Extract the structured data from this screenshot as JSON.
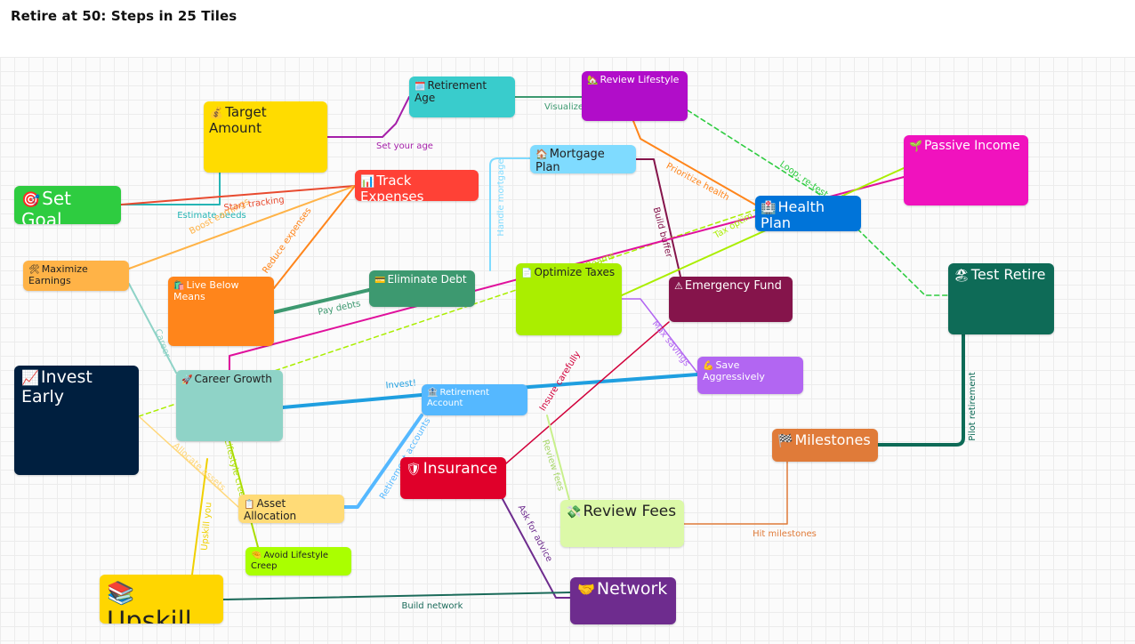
{
  "title": "Retire at 50: Steps in 25 Tiles",
  "nodes": [
    {
      "id": "set-goal",
      "label": "Set Goal",
      "icon": "🎯",
      "color": "#2ecc40",
      "text": "#ffffff",
      "size": 20
    },
    {
      "id": "target-amount",
      "label": "Target Amount",
      "icon": "💰",
      "color": "#ffdc00",
      "text": "#222222",
      "size": 15
    },
    {
      "id": "retirement-age",
      "label": "Retirement Age",
      "icon": "🗓️",
      "color": "#39cccc",
      "text": "#222222",
      "size": 12
    },
    {
      "id": "review-lifestyle",
      "label": "Review Lifestyle",
      "icon": "🏡",
      "color": "#b10dc9",
      "text": "#ffffff",
      "size": 11
    },
    {
      "id": "mortgage-plan",
      "label": "Mortgage Plan",
      "icon": "🏠",
      "color": "#7fdbff",
      "text": "#222222",
      "size": 13
    },
    {
      "id": "track-expenses",
      "label": "Track Expenses",
      "icon": "📊",
      "color": "#ff4136",
      "text": "#ffffff",
      "size": 15
    },
    {
      "id": "passive-income",
      "label": "Passive Income",
      "icon": "🌱",
      "color": "#f012be",
      "text": "#ffffff",
      "size": 14
    },
    {
      "id": "health-plan",
      "label": "Health Plan",
      "icon": "🏥",
      "color": "#0074d9",
      "text": "#ffffff",
      "size": 16
    },
    {
      "id": "maximize-earnings",
      "label": "Maximize Earnings",
      "icon": "🛠",
      "color": "#ffb347",
      "text": "#222222",
      "size": 11
    },
    {
      "id": "live-below-means",
      "label": "Live Below Means",
      "icon": "🛍️",
      "color": "#ff851b",
      "text": "#ffffff",
      "size": 11
    },
    {
      "id": "eliminate-debt",
      "label": "Eliminate Debt",
      "icon": "💳",
      "color": "#3d9970",
      "text": "#ffffff",
      "size": 12
    },
    {
      "id": "optimize-taxes",
      "label": "Optimize Taxes",
      "icon": "📄",
      "color": "#aaee00",
      "text": "#222222",
      "size": 12
    },
    {
      "id": "emergency-fund",
      "label": "Emergency Fund",
      "icon": "⚠",
      "color": "#85144b",
      "text": "#ffffff",
      "size": 13
    },
    {
      "id": "test-retire",
      "label": "Test Retire",
      "icon": "🏖",
      "color": "#0e6b57",
      "text": "#ffffff",
      "size": 16
    },
    {
      "id": "invest-early",
      "label": "Invest Early",
      "icon": "📈",
      "color": "#001f3f",
      "text": "#ffffff",
      "size": 19
    },
    {
      "id": "career-growth",
      "label": "Career Growth",
      "icon": "🚀",
      "color": "#8fd3c7",
      "text": "#222222",
      "size": 12
    },
    {
      "id": "retirement-account",
      "label": "Retirement Account",
      "icon": "🏦",
      "color": "#55b8ff",
      "text": "#ffffff",
      "size": 10
    },
    {
      "id": "save-aggressively",
      "label": "Save Aggressively",
      "icon": "💪",
      "color": "#b266f2",
      "text": "#ffffff",
      "size": 11
    },
    {
      "id": "milestones",
      "label": "Milestones",
      "icon": "🏁",
      "color": "#e07b39",
      "text": "#ffffff",
      "size": 16
    },
    {
      "id": "insurance",
      "label": "Insurance",
      "icon": "🛡",
      "color": "#e0002a",
      "text": "#ffffff",
      "size": 17
    },
    {
      "id": "asset-allocation",
      "label": "Asset Allocation",
      "icon": "📋",
      "color": "#ffdb77",
      "text": "#222222",
      "size": 12
    },
    {
      "id": "review-fees",
      "label": "Review Fees",
      "icon": "💸",
      "color": "#dcf9a8",
      "text": "#222222",
      "size": 17
    },
    {
      "id": "avoid-lifestyle-creep",
      "label": "Avoid Lifestyle Creep",
      "icon": "🤏",
      "color": "#aaff00",
      "text": "#222222",
      "size": 10
    },
    {
      "id": "upskill",
      "label": "Upskill",
      "icon": "📚",
      "color": "#ffd600",
      "text": "#222222",
      "size": 29
    },
    {
      "id": "network",
      "label": "Network",
      "icon": "🤝",
      "color": "#6e2c8e",
      "text": "#ffffff",
      "size": 19
    }
  ],
  "edges": [
    {
      "label": "Estimate needs",
      "color": "#26b5b5"
    },
    {
      "label": "Set your age",
      "color": "#a51fa9"
    },
    {
      "label": "Visualize",
      "color": "#3d9970"
    },
    {
      "label": "Start tracking",
      "color": "#e84a2f"
    },
    {
      "label": "Boost earnings",
      "color": "#ffb347"
    },
    {
      "label": "Reduce expenses",
      "color": "#ff851b"
    },
    {
      "label": "Handle mortgage",
      "color": "#7fdbff"
    },
    {
      "label": "Prioritize health",
      "color": "#ff851b"
    },
    {
      "label": "Build buffer",
      "color": "#85144b"
    },
    {
      "label": "Loop: re-test",
      "color": "#2ecc40"
    },
    {
      "label": "Tax optim",
      "color": "#aaee00"
    },
    {
      "label": "Pay debts",
      "color": "#3d9970"
    },
    {
      "label": "Career",
      "color": "#8fd3c7"
    },
    {
      "label": "Max savings",
      "color": "#b266f2"
    },
    {
      "label": "Invest!",
      "color": "#1f9fe0"
    },
    {
      "label": "Insure carefully",
      "color": "#d1003a"
    },
    {
      "label": "Retirement accounts",
      "color": "#55b8ff"
    },
    {
      "label": "Review fees",
      "color": "#c8f08c"
    },
    {
      "label": "Allocate assets",
      "color": "#ffd77a"
    },
    {
      "label": "Lifestyle creep",
      "color": "#aadd00"
    },
    {
      "label": "Upskill you",
      "color": "#f0d000"
    },
    {
      "label": "Ask for advice",
      "color": "#6e2c8e"
    },
    {
      "label": "Hit milestones",
      "color": "#e07b39"
    },
    {
      "label": "Pilot retirement",
      "color": "#0e6b57"
    },
    {
      "label": "Build network",
      "color": "#1b6b5a"
    },
    {
      "label": "",
      "color": "#e0109c"
    },
    {
      "label": "Reams",
      "color": "#aaee00"
    }
  ]
}
